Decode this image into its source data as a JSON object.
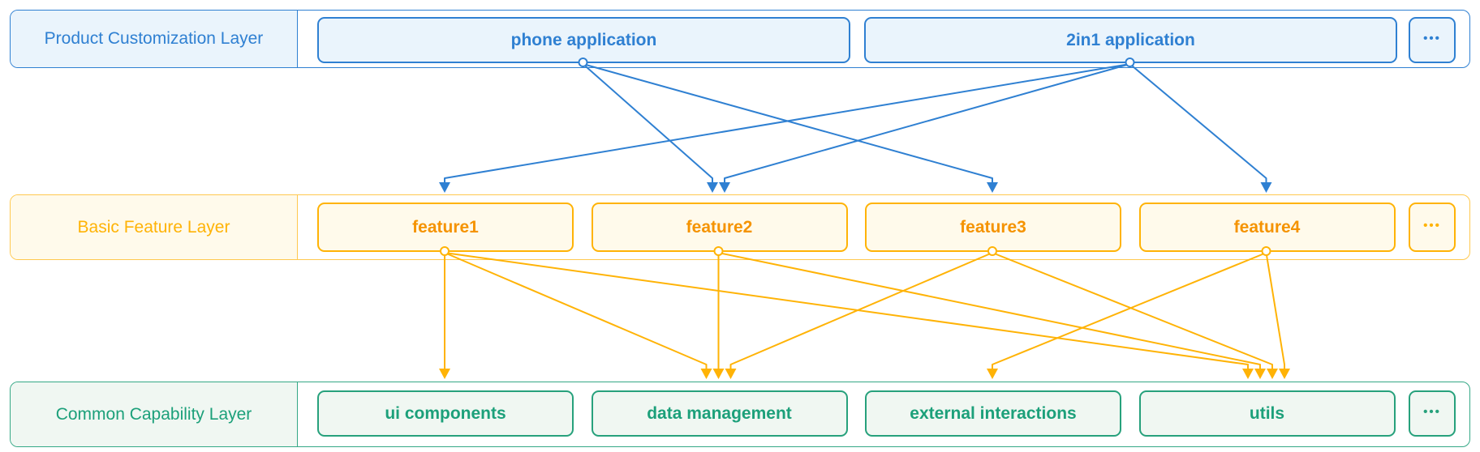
{
  "diagram": {
    "layers": [
      {
        "id": "product-customization-layer",
        "label": "Product Customization Layer",
        "more": "•••",
        "nodes": [
          {
            "id": "phone-application",
            "label": "phone application"
          },
          {
            "id": "2in1-application",
            "label": "2in1 application"
          }
        ]
      },
      {
        "id": "basic-feature-layer",
        "label": "Basic Feature Layer",
        "more": "•••",
        "nodes": [
          {
            "id": "feature1",
            "label": "feature1"
          },
          {
            "id": "feature2",
            "label": "feature2"
          },
          {
            "id": "feature3",
            "label": "feature3"
          },
          {
            "id": "feature4",
            "label": "feature4"
          }
        ]
      },
      {
        "id": "common-capability-layer",
        "label": "Common Capability Layer",
        "more": "•••",
        "nodes": [
          {
            "id": "ui-components",
            "label": "ui components"
          },
          {
            "id": "data-management",
            "label": "data management"
          },
          {
            "id": "external-interactions",
            "label": "external interactions"
          },
          {
            "id": "utils",
            "label": "utils"
          }
        ]
      }
    ],
    "edges": [
      {
        "from": "phone-application",
        "to": "feature2"
      },
      {
        "from": "phone-application",
        "to": "feature3"
      },
      {
        "from": "2in1-application",
        "to": "feature1"
      },
      {
        "from": "2in1-application",
        "to": "feature2"
      },
      {
        "from": "2in1-application",
        "to": "feature4"
      },
      {
        "from": "feature1",
        "to": "ui-components"
      },
      {
        "from": "feature1",
        "to": "data-management"
      },
      {
        "from": "feature1",
        "to": "utils"
      },
      {
        "from": "feature2",
        "to": "data-management"
      },
      {
        "from": "feature2",
        "to": "utils"
      },
      {
        "from": "feature3",
        "to": "data-management"
      },
      {
        "from": "feature3",
        "to": "utils"
      },
      {
        "from": "feature4",
        "to": "external-interactions"
      },
      {
        "from": "feature4",
        "to": "utils"
      }
    ],
    "colors": {
      "blue_stroke": "#2F80D2",
      "blue_fill": "#EAF4FC",
      "blue_text": "#2F80D2",
      "amber_stroke": "#FFB306",
      "amber_container": "#FFC94F",
      "amber_fill": "#FFFAEB",
      "amber_label": "#FFB306",
      "amber_node_text": "#F59300",
      "green_stroke": "#27A17C",
      "green_container": "#35A886",
      "green_fill": "#F0F7F2",
      "green_text": "#1CA07A",
      "background": "#FFFFFF"
    }
  }
}
